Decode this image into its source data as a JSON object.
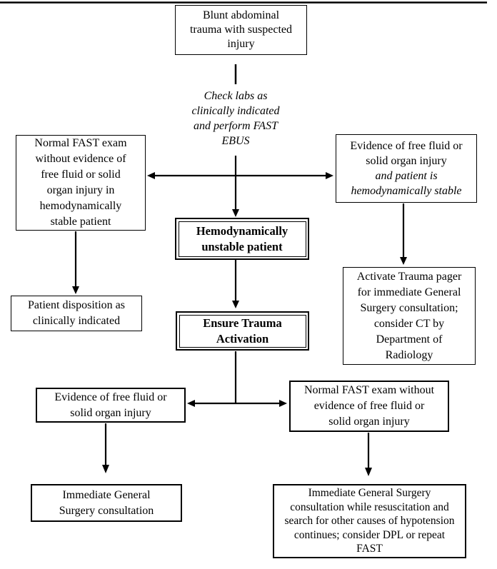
{
  "flowchart": {
    "colors": {
      "background": "#ffffff",
      "line": "#000000",
      "border": "#000000",
      "text": "#000000"
    },
    "nodes": {
      "start": "Blunt abdominal\ntrauma with suspected\ninjury",
      "check_labs_note": "Check labs as\nclinically indicated\nand perform FAST\nEBUS",
      "normal_fast_stable": "Normal FAST exam\nwithout evidence of\nfree fluid or solid\norgan injury in\nhemodynamically\nstable patient",
      "evidence_stable_plain": "Evidence of free fluid or\nsolid organ injury",
      "evidence_stable_italic": "and patient is\nhemodynamically stable",
      "hemodynamically_unstable": "Hemodynamically\nunstable patient",
      "patient_disposition": "Patient disposition as\nclinically indicated",
      "activate_trauma_pager": "Activate Trauma pager\nfor immediate General\nSurgery consultation;\nconsider CT by\nDepartment of\nRadiology",
      "ensure_trauma_activation": "Ensure Trauma\nActivation",
      "evidence_free_fluid": "Evidence of free fluid or\nsolid organ injury",
      "normal_fast_exam": "Normal FAST exam without\nevidence of free fluid or\nsolid organ injury",
      "immediate_consultation": "Immediate General\nSurgery consultation",
      "immediate_consultation_resuscitation": "Immediate General Surgery\nconsultation while resuscitation and\nsearch for other causes of hypotension\ncontinues; consider DPL or repeat\nFAST"
    }
  }
}
